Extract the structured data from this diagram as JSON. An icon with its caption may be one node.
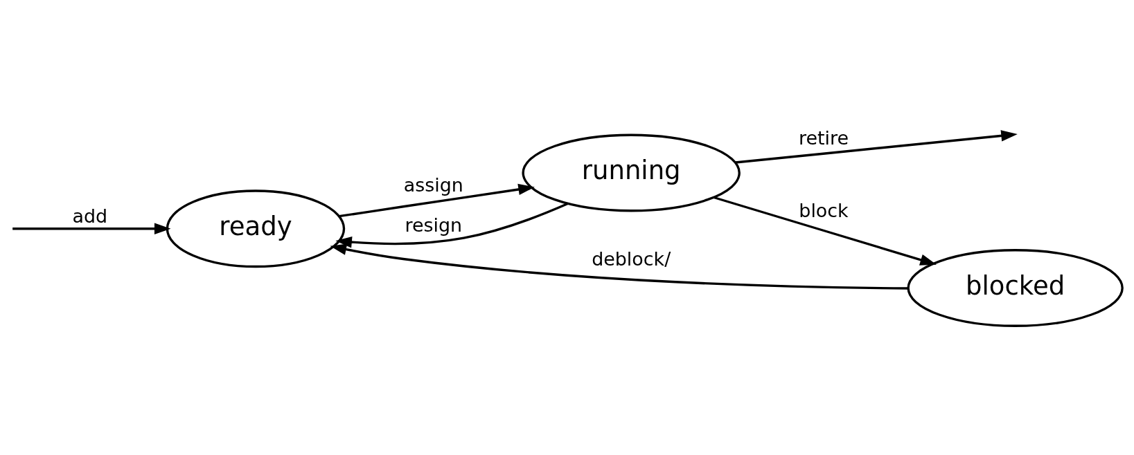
{
  "diagram": {
    "nodes": [
      {
        "text": [
          "ready"
        ]
      },
      {
        "text": [
          "running"
        ]
      },
      {
        "text": [
          "blocked"
        ]
      }
    ],
    "edges": [
      {
        "from": null,
        "to": 0,
        "arrow": "to",
        "label": "add"
      },
      {
        "from": 0,
        "to": 1,
        "arrow": "to",
        "label": "assign"
      },
      {
        "from": 1,
        "to": 0,
        "arrow": "to",
        "label": "resign"
      },
      {
        "from": 1,
        "to": null,
        "arrow": "to",
        "label": "retire"
      },
      {
        "from": 1,
        "to": 2,
        "arrow": "to",
        "label": "block"
      },
      {
        "from": 2,
        "to": 0,
        "arrow": "to",
        "label": "deblock/"
      }
    ]
  }
}
